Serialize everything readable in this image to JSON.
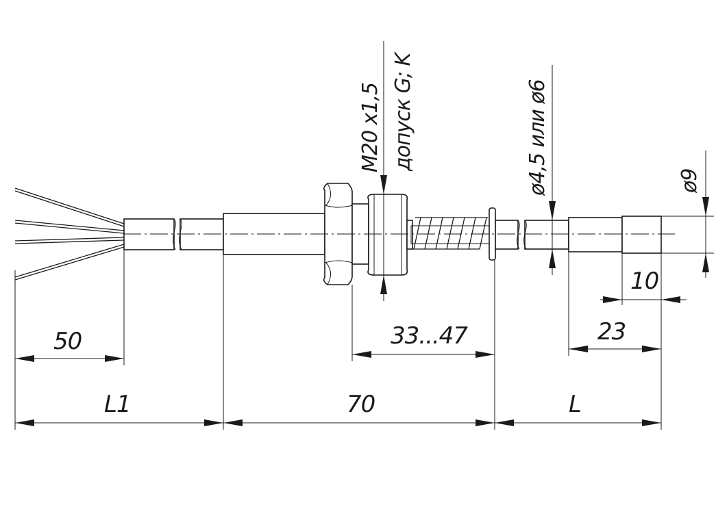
{
  "dimensions": {
    "wire_length": "50",
    "cable_length": "L1",
    "body_length": "70",
    "probe_length": "L",
    "spring_range": "33...47",
    "tip_section": "23",
    "tip_length": "10"
  },
  "notes": {
    "thread": "M20 x1,5",
    "tolerance": "допуск G; K",
    "probe_diameter": "ø4,5 или ø6",
    "tip_diameter": "ø9"
  }
}
